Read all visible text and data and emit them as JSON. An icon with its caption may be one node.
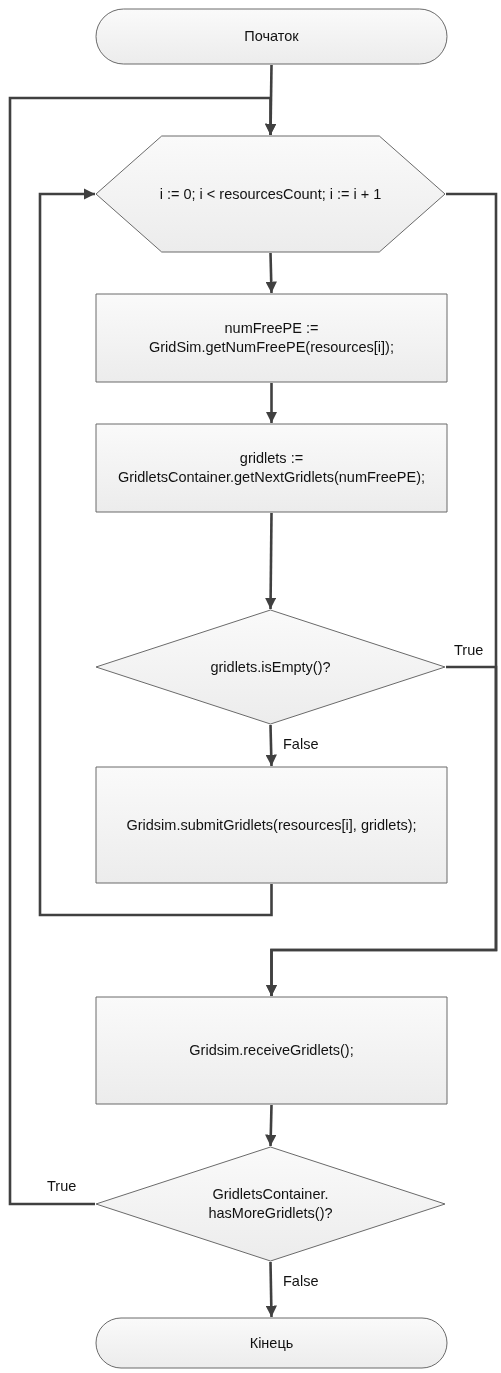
{
  "diagram": {
    "nodes": [
      {
        "text": [
          "Початок"
        ]
      },
      {
        "text": [
          "i := 0; i < resourcesCount; i := i + 1"
        ]
      },
      {
        "text": [
          "numFreePE := GridSim.getNumFreePE(resources[i]);"
        ]
      },
      {
        "text": [
          "gridlets := GridletsContainer.getNextGridlets(numFreePE);"
        ]
      },
      {
        "text": [
          "gridlets.isEmpty()?"
        ]
      },
      {
        "text": [
          "Gridsim.submitGridlets(resources[i], gridlets);"
        ]
      },
      {
        "text": [
          "Gridsim.receiveGridlets();"
        ]
      },
      {
        "text": [
          "GridletsContainer. hasMoreGridlets()?"
        ]
      },
      {
        "text": [
          "Кінець"
        ]
      }
    ],
    "edges": [
      {
        "from": 0,
        "to": 1,
        "arrow": "to"
      },
      {
        "from": 1,
        "to": 2,
        "arrow": "to"
      },
      {
        "from": 2,
        "to": 3,
        "arrow": "to"
      },
      {
        "from": 3,
        "to": 4,
        "arrow": "to"
      },
      {
        "from": 4,
        "to": 5,
        "arrow": "to",
        "label": "False"
      },
      {
        "from": 5,
        "to": 1,
        "arrow": "to"
      },
      {
        "from": 1,
        "to": 6,
        "arrow": "to"
      },
      {
        "from": 4,
        "to": 6,
        "arrow": "to",
        "label": "True"
      },
      {
        "from": 6,
        "to": 7,
        "arrow": "to"
      },
      {
        "from": 7,
        "to": 1,
        "arrow": "to",
        "label": "True"
      },
      {
        "from": 7,
        "to": 8,
        "arrow": "to",
        "label": "False"
      }
    ]
  }
}
